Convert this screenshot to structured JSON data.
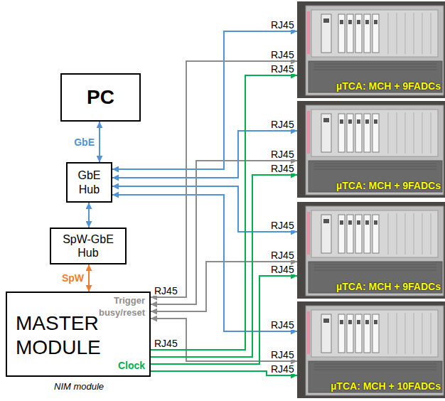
{
  "diagram": {
    "nodes": [
      {
        "text": [
          "PC"
        ]
      },
      {
        "text": [
          "GbE Hub"
        ]
      },
      {
        "text": [
          "SpW-GbE Hub"
        ]
      },
      {
        "text": [
          "MASTER MODULE",
          "Trigger",
          "busy/reset",
          "Clock",
          "NIM module"
        ]
      },
      {
        "text": [
          "µTCA: MCH + 9FADCs"
        ]
      },
      {
        "text": [
          "µTCA: MCH + 9FADCs"
        ]
      },
      {
        "text": [
          "µTCA: MCH + 9FADCs"
        ]
      },
      {
        "text": [
          "µTCA: MCH + 10FADCs"
        ]
      }
    ],
    "edges": [
      {
        "from": 0,
        "to": 1,
        "arrow": "both",
        "label": "GbE"
      },
      {
        "from": 1,
        "to": 2,
        "arrow": "both"
      },
      {
        "from": 2,
        "to": 3,
        "arrow": "both",
        "label": "SpW"
      },
      {
        "from": 1,
        "to": 4,
        "arrow": "both"
      },
      {
        "from": 1,
        "to": 5,
        "arrow": "both"
      },
      {
        "from": 1,
        "to": 6,
        "arrow": "both"
      },
      {
        "from": 1,
        "to": 7,
        "arrow": "both"
      },
      {
        "from": 3,
        "to": 4,
        "arrow": "both"
      },
      {
        "from": 3,
        "to": 5,
        "arrow": "both"
      },
      {
        "from": 3,
        "to": 6,
        "arrow": "both"
      },
      {
        "from": 3,
        "to": 7,
        "arrow": "both"
      },
      {
        "from": 3,
        "to": 4,
        "arrow": "to"
      },
      {
        "from": 3,
        "to": 5,
        "arrow": "to"
      },
      {
        "from": 3,
        "to": 6,
        "arrow": "to"
      },
      {
        "from": 3,
        "to": 7,
        "arrow": "to"
      }
    ],
    "labels": [
      "RJ45",
      "RJ45",
      "RJ45",
      "RJ45",
      "RJ45",
      "RJ45",
      "RJ45",
      "RJ45",
      "RJ45",
      "RJ45",
      "RJ45",
      "RJ45",
      "RJ45",
      "RJ45"
    ]
  }
}
